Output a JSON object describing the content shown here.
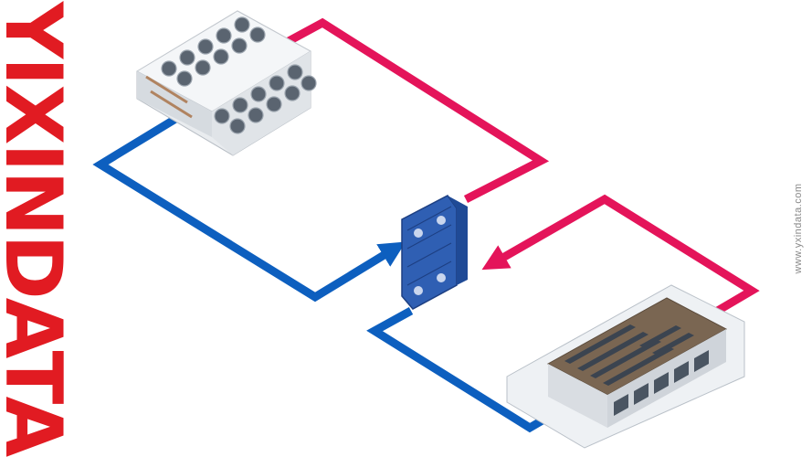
{
  "brand": {
    "text": "YIXINDATA"
  },
  "watermark": {
    "text": "www.yxindata.com"
  },
  "colors": {
    "hot_pipe": "#e4145a",
    "cold_pipe": "#0d5fbf",
    "exchanger_plate": "#2f5fb3",
    "brand_red": "#e11b22"
  },
  "components": {
    "dry_cooler": "dry-cooler-units",
    "heat_exchanger": "plate-heat-exchanger",
    "data_hall": "data-center-building"
  }
}
